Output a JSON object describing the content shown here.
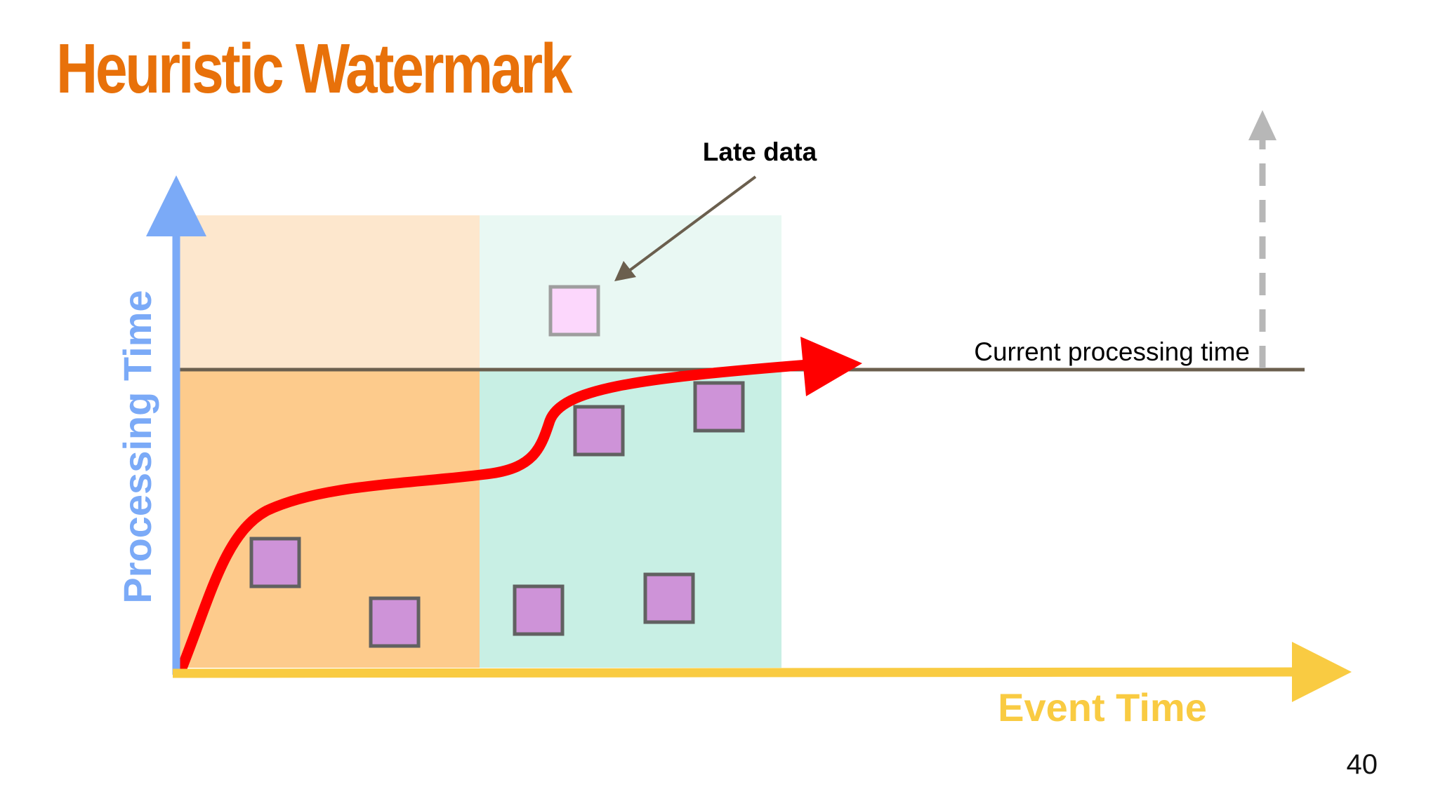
{
  "title": "Heuristic Watermark",
  "page_number": "40",
  "axes": {
    "y_label": "Processing Time",
    "x_label": "Event Time"
  },
  "annotations": {
    "late_data": "Late data",
    "current_processing_time": "Current processing time"
  },
  "colors": {
    "title": "#e8710a",
    "y_axis": "#7baaf7",
    "x_axis": "#f9cb42",
    "watermark": "#ff0000",
    "window1_upper": "#fde7cd",
    "window1_lower": "#fdcb8c",
    "window2_upper": "#e9f8f3",
    "window2_lower": "#c8efe4",
    "datum": "#ce93d8",
    "late_datum": "#fcd7fc",
    "datum_border": "#616161",
    "late_datum_border": "#9e9e9e",
    "current_line": "#6b5f4e",
    "arrow": "#6b5f4e",
    "dashed_arrow": "#b7b7b7"
  }
}
